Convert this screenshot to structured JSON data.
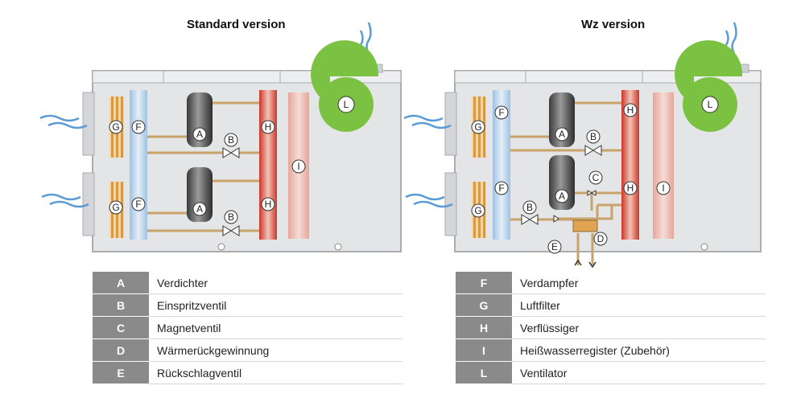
{
  "titles": {
    "standard": "Standard version",
    "wz": "Wz version"
  },
  "component_letters": {
    "compressor": "A",
    "expansion_valve": "B",
    "solenoid_valve": "C",
    "heat_recovery": "D",
    "check_valve": "E",
    "evaporator": "F",
    "air_filter": "G",
    "condenser": "H",
    "hot_water_coil": "I",
    "fan": "L"
  },
  "legend_left": [
    {
      "key": "A",
      "label": "Verdichter"
    },
    {
      "key": "B",
      "label": "Einspritzventil"
    },
    {
      "key": "C",
      "label": "Magnetventil"
    },
    {
      "key": "D",
      "label": "Wärmerückgewinnung"
    },
    {
      "key": "E",
      "label": "Rückschlagventil"
    }
  ],
  "legend_right": [
    {
      "key": "F",
      "label": "Verdampfer"
    },
    {
      "key": "G",
      "label": "Luftfilter"
    },
    {
      "key": "H",
      "label": "Verflüssiger"
    },
    {
      "key": "I",
      "label": "Heißwasserregister (Zubehör)"
    },
    {
      "key": "L",
      "label": "Ventilator"
    }
  ],
  "colors": {
    "cabinet": "#e4e5e7",
    "cabinet_stroke": "#a9adb1",
    "fan": "#7cc242",
    "airflow": "#5b9bd5",
    "pipe": "#c9a36b",
    "filter": "#d9a65a",
    "evaporator": "#b9d3ea",
    "condenser": "#d64b3a",
    "legend_key_bg": "#8a8a8a"
  }
}
